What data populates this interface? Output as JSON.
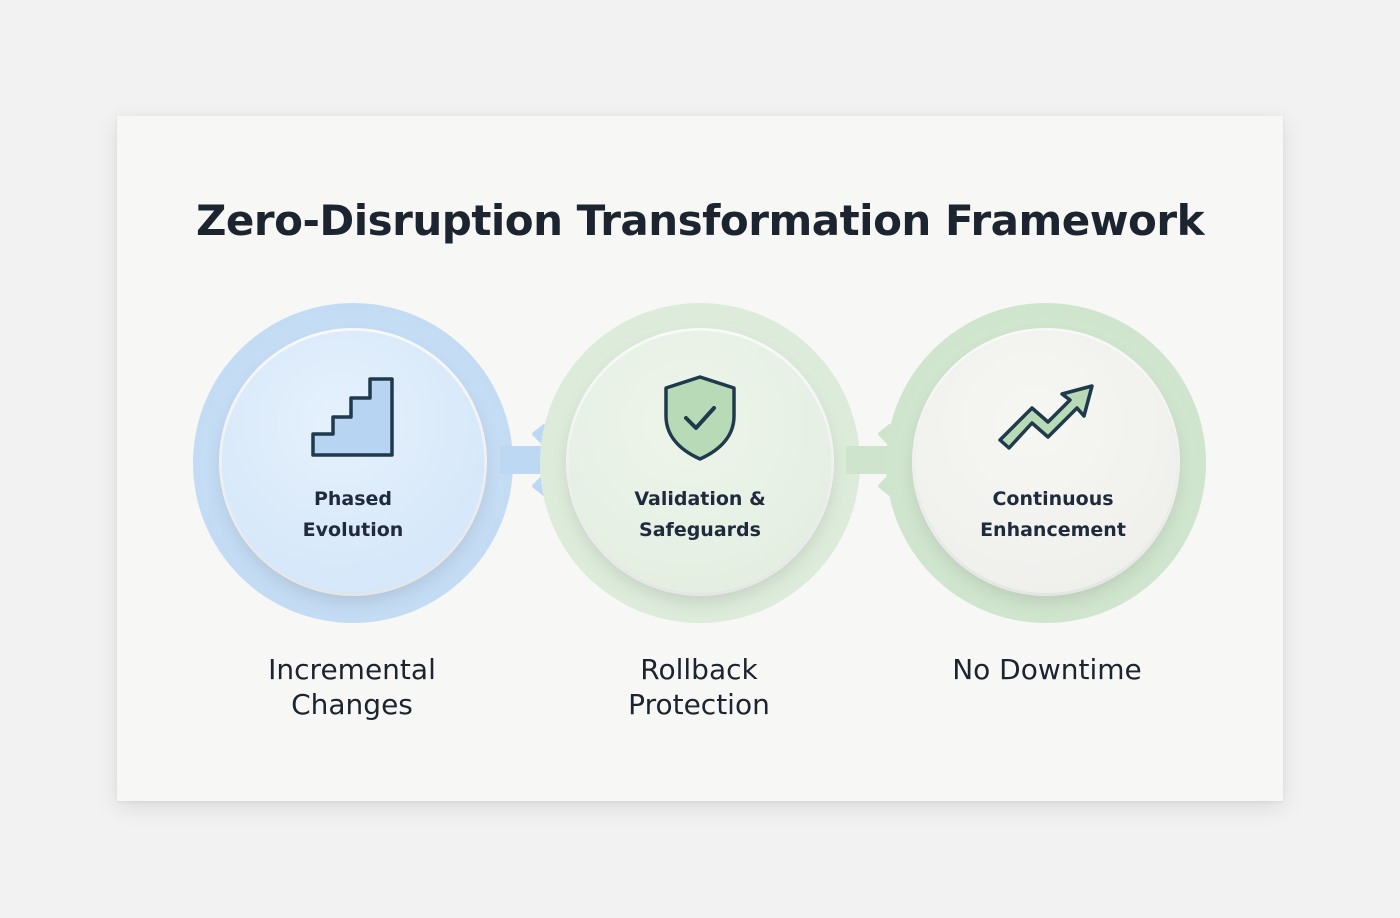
{
  "title": "Zero-Disruption Transformation Framework",
  "steps": [
    {
      "label_lines": [
        "Phased",
        "Evolution"
      ],
      "icon": "staircase-icon",
      "description_lines": [
        "Incremental",
        "Changes"
      ],
      "color": "#c3dcf4"
    },
    {
      "label_lines": [
        "Validation &",
        "Safeguards"
      ],
      "icon": "shield-check-icon",
      "description_lines": [
        "Rollback",
        "Protection"
      ],
      "color": "#dcebda"
    },
    {
      "label_lines": [
        "Continuous",
        "Enhancement"
      ],
      "icon": "trending-up-arrow-icon",
      "description_lines": [
        "No Downtime"
      ],
      "color": "#d0e5cd"
    }
  ],
  "colors": {
    "icon_stroke": "#1f3a4a",
    "arrow_blue": "#bcd8f3",
    "arrow_green": "#cfe4cc",
    "text_dark": "#1c2430"
  }
}
